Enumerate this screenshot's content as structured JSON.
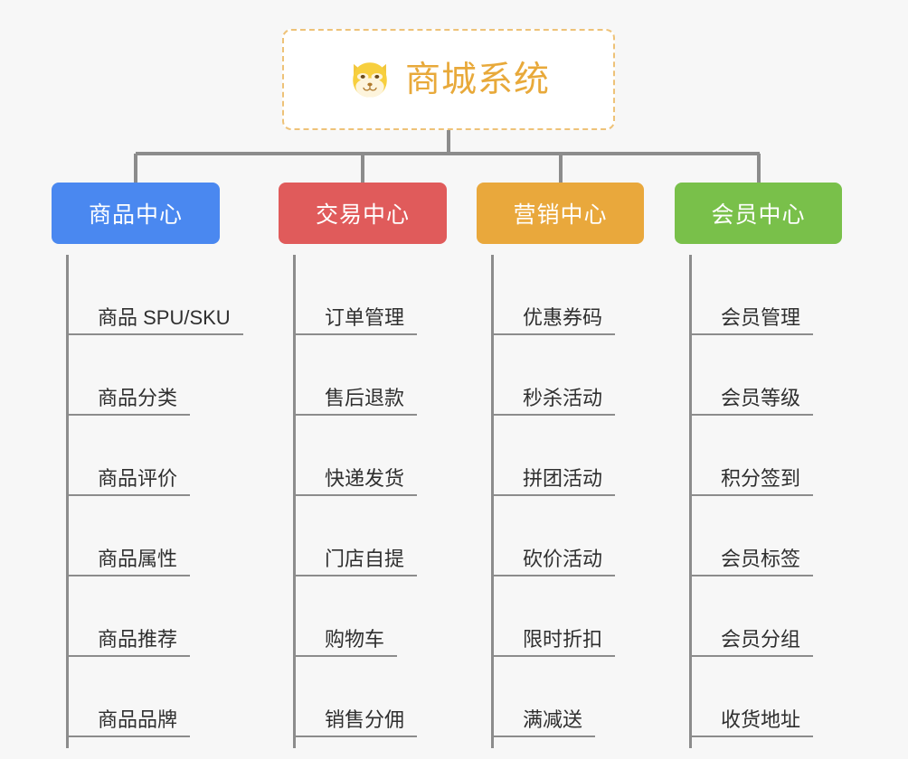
{
  "root": {
    "title": "商城系统",
    "icon": "shiba-dog-icon",
    "border_color": "#eec278",
    "title_color": "#e8a93a",
    "background": "#ffffff"
  },
  "canvas": {
    "background": "#f7f7f7",
    "connector_color": "#8c8c8c"
  },
  "categories": [
    {
      "label": "商品中心",
      "color": "#4a88f0",
      "items": [
        "商品 SPU/SKU",
        "商品分类",
        "商品评价",
        "商品属性",
        "商品推荐",
        "商品品牌"
      ]
    },
    {
      "label": "交易中心",
      "color": "#e05b5b",
      "items": [
        "订单管理",
        "售后退款",
        "快递发货",
        "门店自提",
        "购物车",
        "销售分佣"
      ]
    },
    {
      "label": "营销中心",
      "color": "#e9a83c",
      "items": [
        "优惠券码",
        "秒杀活动",
        "拼团活动",
        "砍价活动",
        "限时折扣",
        "满减送"
      ]
    },
    {
      "label": "会员中心",
      "color": "#79c04a",
      "items": [
        "会员管理",
        "会员等级",
        "积分签到",
        "会员标签",
        "会员分组",
        "收货地址"
      ]
    }
  ]
}
